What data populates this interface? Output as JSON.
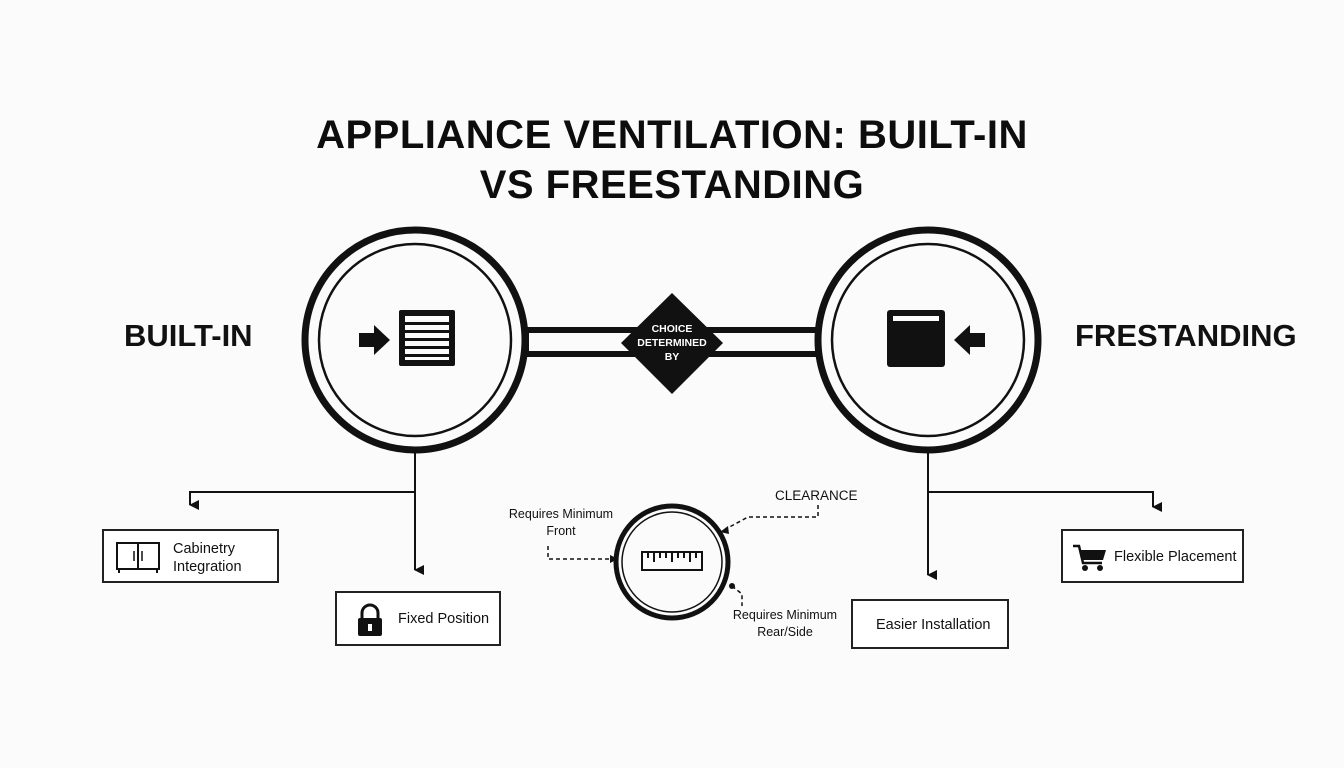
{
  "title": {
    "line1": "APPLIANCE VENTILATION: BUILT-IN",
    "line2": "VS FREESTANDING"
  },
  "left": {
    "label": "BUILT-IN",
    "icon": "vent-grille-icon",
    "attributes": [
      {
        "label_lines": [
          "Cabinetry",
          "Integration"
        ],
        "icon": "cabinet-icon"
      },
      {
        "label": "Fixed Position",
        "icon": "lock-icon"
      }
    ]
  },
  "right": {
    "label": "FRESTANDING",
    "icon": "appliance-box-icon",
    "attributes": [
      {
        "label": "Flexible Placement",
        "icon": "cart-icon"
      },
      {
        "label": "Easier Installation"
      }
    ]
  },
  "connector": {
    "lines": [
      "CHOICE",
      "DETERMINED",
      "BY"
    ]
  },
  "clearance": {
    "label": "CLEARANCE",
    "icon": "ruler-icon",
    "front_lines": [
      "Requires Minimum",
      "Front"
    ],
    "rear_lines": [
      "Requires Minimum",
      "Rear/Side"
    ]
  },
  "colors": {
    "ink": "#111111",
    "background": "#fbfbfb"
  }
}
